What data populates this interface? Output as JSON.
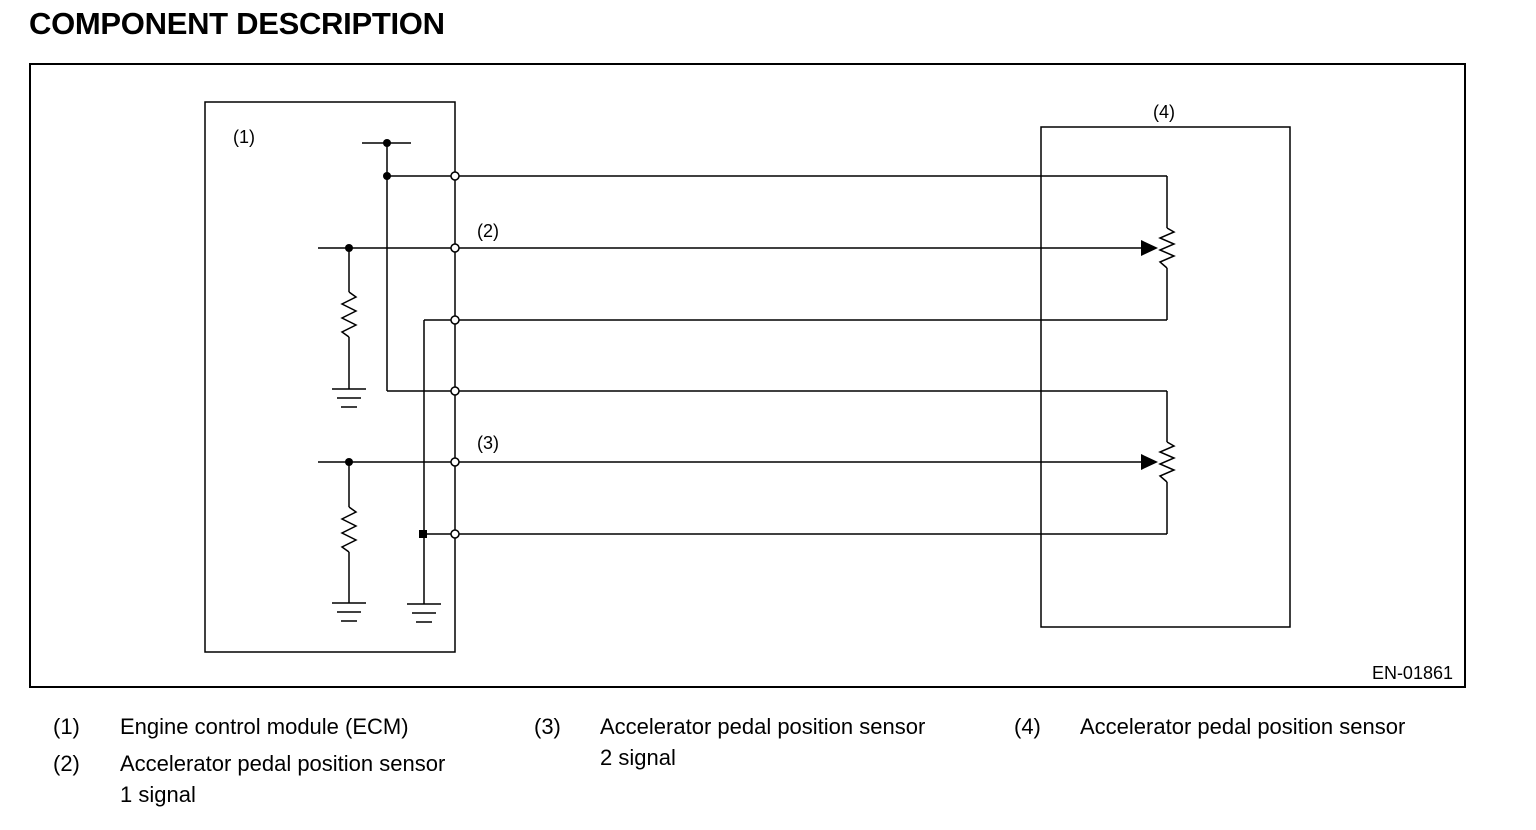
{
  "page_title": "COMPONENT DESCRIPTION",
  "diagram": {
    "figure_id": "EN-01861",
    "callouts": {
      "ecm": "(1)",
      "signal1": "(2)",
      "signal2": "(3)",
      "sensor": "(4)"
    }
  },
  "legend": [
    {
      "number": "(1)",
      "text_lines": [
        "Engine control module (ECM)"
      ]
    },
    {
      "number": "(2)",
      "text_lines": [
        "Accelerator pedal position sensor",
        "1 signal"
      ]
    },
    {
      "number": "(3)",
      "text_lines": [
        "Accelerator pedal position sensor",
        "2 signal"
      ]
    },
    {
      "number": "(4)",
      "text_lines": [
        "Accelerator pedal position sensor"
      ]
    }
  ],
  "colors": {
    "line": "#000000",
    "background": "#ffffff"
  }
}
